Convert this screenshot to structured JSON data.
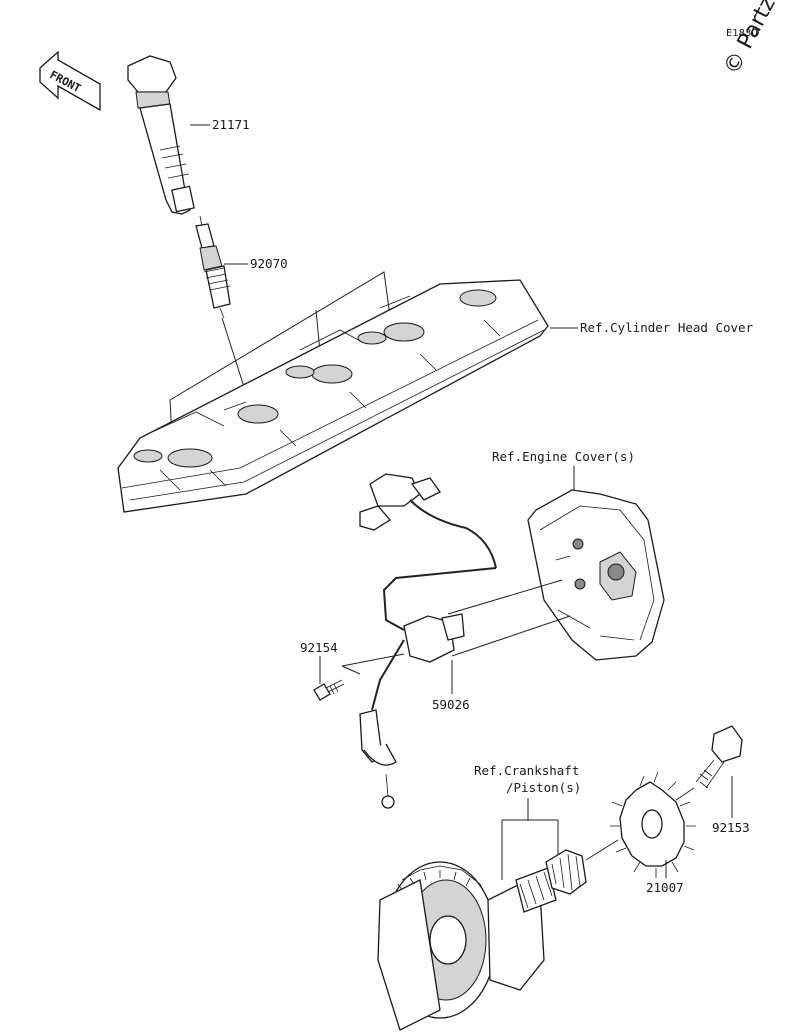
{
  "diagram_code": "E1830",
  "watermark": "© Partzilla",
  "front_label": "FRONT",
  "labels": {
    "p21171": "21171",
    "p92070": "92070",
    "ref_cyl_head_cover": "Ref.Cylinder Head Cover",
    "ref_engine_cover": "Ref.Engine Cover(s)",
    "p92154": "92154",
    "p59026": "59026",
    "ref_crankshaft_1": "Ref.Crankshaft",
    "ref_crankshaft_2": "/Piston(s)",
    "p92153": "92153",
    "p21007": "21007"
  }
}
